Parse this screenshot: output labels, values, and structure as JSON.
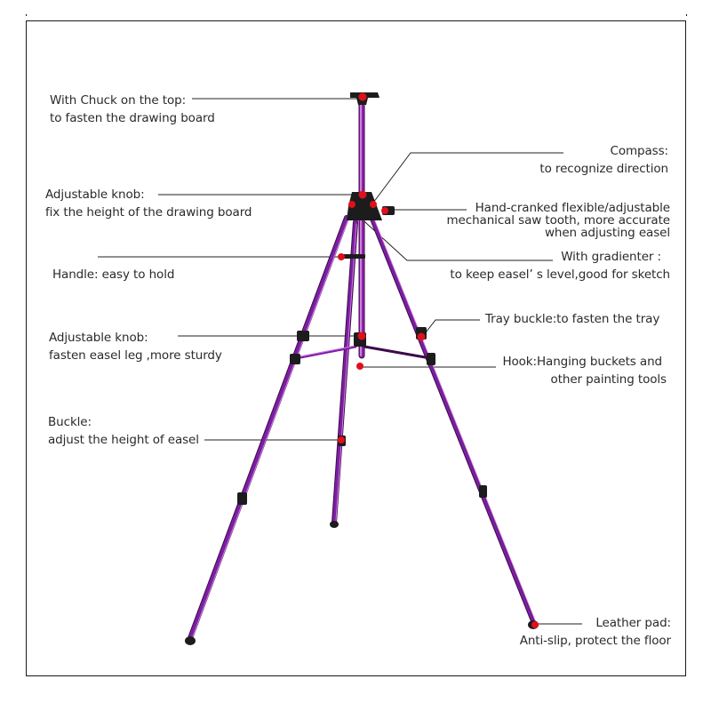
{
  "diagram": {
    "subject": "Aluminum tripod easel",
    "frame_color": "#1a1a1a",
    "colors": {
      "leg": "#7b1fa2",
      "leg_highlight": "#d27be6",
      "leg_dark": "#3d0a4a",
      "joint": "#1c1c1c",
      "marker": "#e0101a",
      "leader": "#222222",
      "text": "#2a2a2a"
    },
    "callouts": [
      {
        "id": "chuck",
        "title": "With Chuck on the top:",
        "desc": "to fasten the drawing board",
        "side": "left"
      },
      {
        "id": "knob-height",
        "title": "Adjustable knob:",
        "desc": "fix the height of the drawing board",
        "side": "left"
      },
      {
        "id": "handle",
        "title": "Handle: easy to hold",
        "desc": "",
        "side": "left"
      },
      {
        "id": "knob-leg",
        "title": "Adjustable knob:",
        "desc": "fasten easel leg ,more sturdy",
        "side": "left"
      },
      {
        "id": "buckle",
        "title": "Buckle:",
        "desc": "adjust the height of easel",
        "side": "left"
      },
      {
        "id": "compass",
        "title": "Compass:",
        "desc": "to recognize direction",
        "side": "right"
      },
      {
        "id": "crank",
        "title": "Hand-cranked flexible/adjustable",
        "desc": "mechanical saw tooth, more accurate",
        "desc2": "when adjusting easel",
        "side": "right"
      },
      {
        "id": "gradienter",
        "title": "With gradienter :",
        "desc": "to keep easel’ s level,good for sketch",
        "side": "right"
      },
      {
        "id": "tray-buckle",
        "title": "Tray buckle:to fasten the tray",
        "desc": "",
        "side": "right"
      },
      {
        "id": "hook",
        "title": "Hook:Hanging buckets and",
        "desc": "other painting tools",
        "side": "right"
      },
      {
        "id": "leather-pad",
        "title": "Leather pad:",
        "desc": "Anti-slip, protect the floor",
        "side": "right"
      }
    ]
  }
}
